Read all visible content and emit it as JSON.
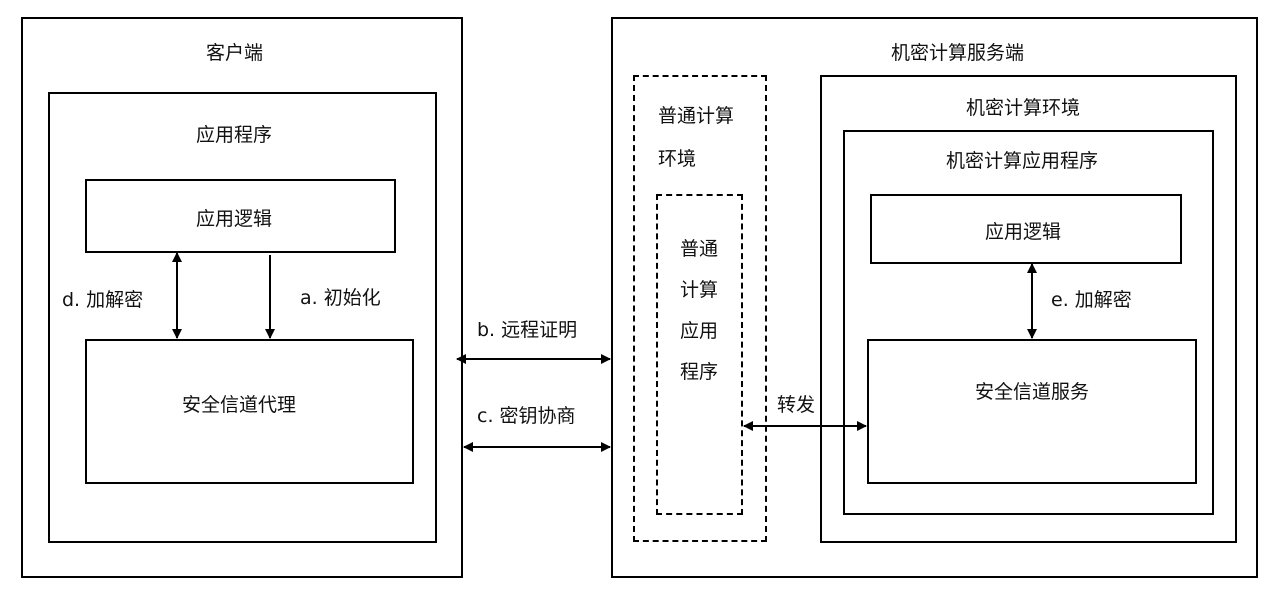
{
  "client": {
    "title": "客户端",
    "app_title": "应用程序",
    "app_logic": "应用逻辑",
    "secure_channel_proxy": "安全信道代理",
    "encrypt_decrypt_label": "d. 加解密",
    "init_label": "a. 初始化"
  },
  "links": {
    "remote_attestation": "b. 远程证明",
    "key_negotiation": "c. 密钥协商",
    "forward": "转发"
  },
  "server": {
    "title": "机密计算服务端",
    "normal_env": {
      "line1": "普通计算",
      "line2": "环境"
    },
    "normal_app_lines": [
      "普通",
      "计算",
      "应用",
      "程序"
    ],
    "confidential_env": "机密计算环境",
    "confidential_app": "机密计算应用程序",
    "app_logic": "应用逻辑",
    "secure_channel_service": "安全信道服务",
    "encrypt_decrypt_label": "e. 加解密"
  }
}
